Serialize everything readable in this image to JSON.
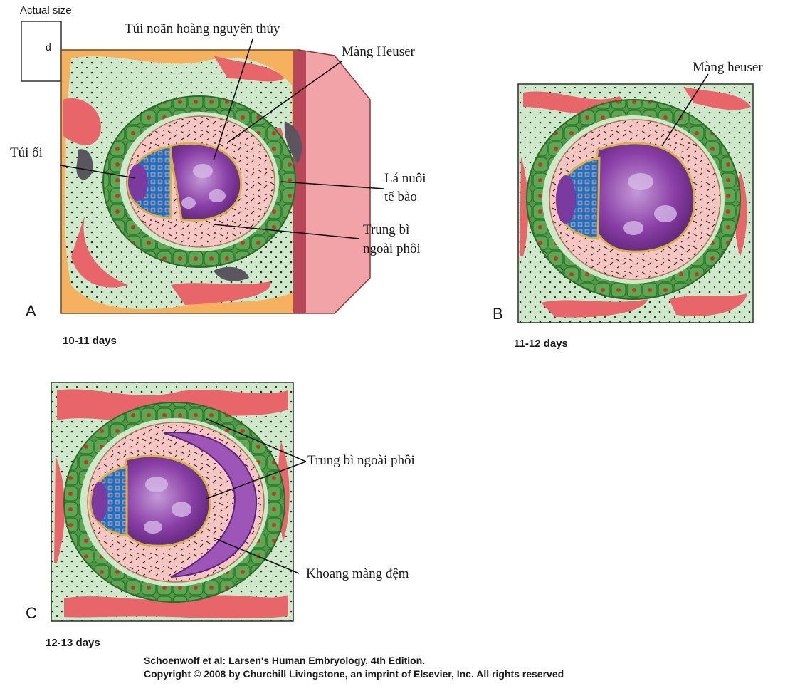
{
  "actual_size": {
    "label": "Actual size",
    "mark": "d"
  },
  "panels": [
    {
      "letter": "A",
      "days": "10-11 days"
    },
    {
      "letter": "B",
      "days": "11-12 days"
    },
    {
      "letter": "C",
      "days": "12-13 days"
    }
  ],
  "labels_a": {
    "tui_noan": "Túi noãn hoàng nguyên thủy",
    "mang_heuser": "Màng Heuser",
    "tui_oi": "Túi ối",
    "la_nuoi_1": "Lá nuôi",
    "la_nuoi_2": "tế bào",
    "trung_bi_1": "Trung bì",
    "trung_bi_2": "ngoài phôi"
  },
  "labels_b": {
    "mang_heuser": "Màng heuser"
  },
  "labels_c": {
    "trung_bi": "Trung bì ngoài phôi",
    "khoang": "Khoang màng đệm"
  },
  "credit": {
    "line1": "Schoenwolf et al: Larsen's Human Embryology, 4th Edition.",
    "line2": "Copyright © 2008 by Churchill Livingstone, an imprint of Elsevier, Inc. All rights reserved"
  },
  "colors": {
    "endometrium": "#f6b15e",
    "stroma": "#cfe8cc",
    "vessel": "#e8656a",
    "trophoblast": "#4f9a48",
    "mesoderm": "#f6c6c4",
    "yolk_sac": "#8a3fa6",
    "amnion": "#2f7fd0",
    "chorionic_cavity": "#9d56b8"
  }
}
